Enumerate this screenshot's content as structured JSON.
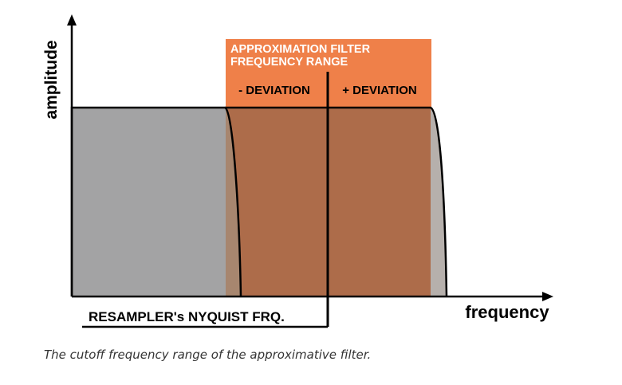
{
  "diagram": {
    "y_axis_label": "amplitude",
    "x_axis_label": "frequency",
    "approx_range_label_line1": "APPROXIMATION FILTER",
    "approx_range_label_line2": "FREQUENCY RANGE",
    "minus_deviation_label": "- DEVIATION",
    "plus_deviation_label": "+ DEVIATION",
    "nyquist_label": "RESAMPLER's NYQUIST FRQ."
  },
  "caption": "The cutoff frequency range of the approximative filter.",
  "colors": {
    "filter_gray": "#a3a3a4",
    "highlight_orange": "#ef8049",
    "band_brown": "#ad6c4a",
    "filter_band_overlap": "#a7866f",
    "tail_gray": "#b6b0ac",
    "axis": "#000000"
  }
}
